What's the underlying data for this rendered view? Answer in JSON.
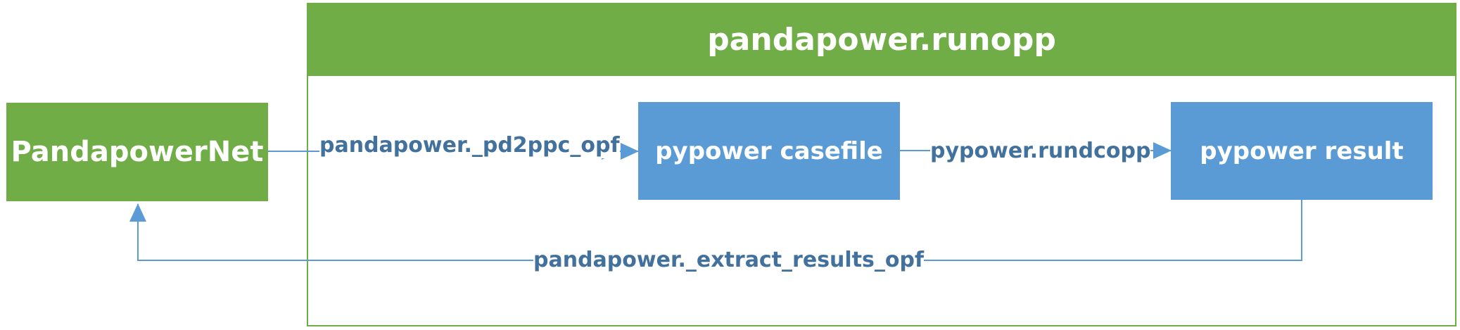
{
  "diagram": {
    "container_title": "pandapower.runopp",
    "nodes": {
      "pandapower_net": "PandapowerNet",
      "casefile": "pypower casefile",
      "result": "pypower result"
    },
    "edges": {
      "pd2ppc": "pandapower._pd2ppc_opf",
      "rundcopp": "pypower.rundcopp",
      "extract": "pandapower._extract_results_opf"
    },
    "colors": {
      "green": "#70ad47",
      "blue": "#5b9bd5",
      "connector": "#5b9bd5",
      "label_text": "#41719c"
    }
  }
}
